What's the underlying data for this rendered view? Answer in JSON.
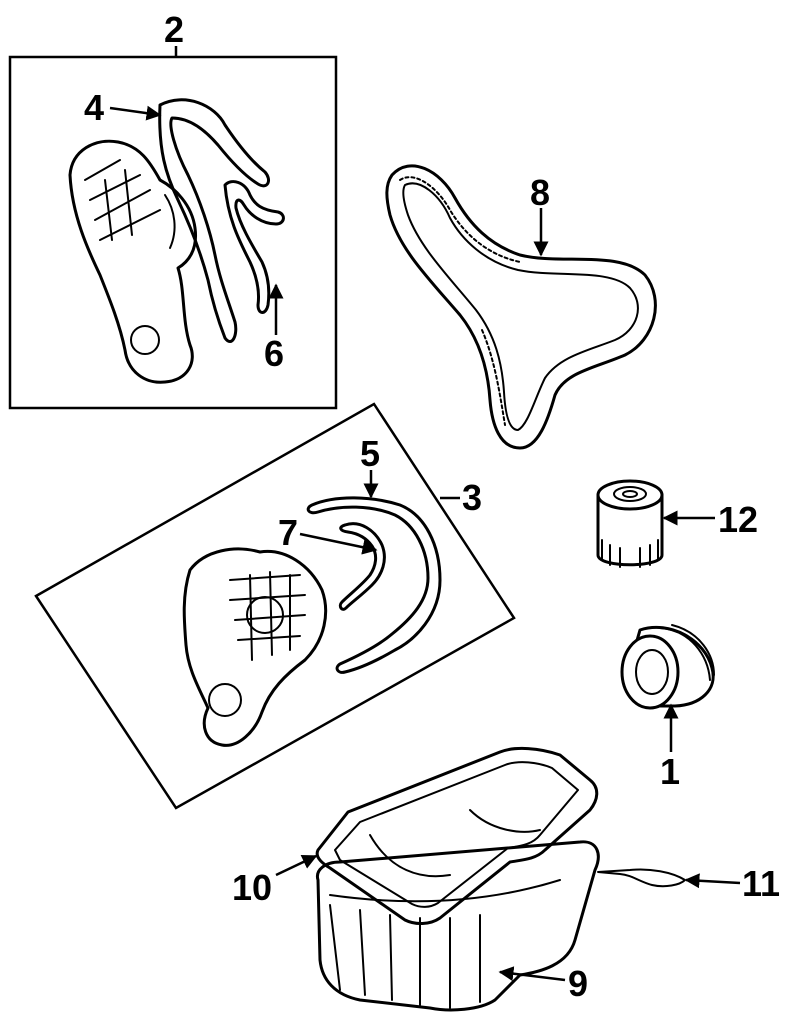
{
  "callouts": [
    {
      "id": "callout-1",
      "text": "1"
    },
    {
      "id": "callout-2",
      "text": "2"
    },
    {
      "id": "callout-3",
      "text": "3"
    },
    {
      "id": "callout-4",
      "text": "4"
    },
    {
      "id": "callout-5",
      "text": "5"
    },
    {
      "id": "callout-6",
      "text": "6"
    },
    {
      "id": "callout-7",
      "text": "7"
    },
    {
      "id": "callout-8",
      "text": "8"
    },
    {
      "id": "callout-9",
      "text": "9"
    },
    {
      "id": "callout-10",
      "text": "10"
    },
    {
      "id": "callout-11",
      "text": "11"
    },
    {
      "id": "callout-12",
      "text": "12"
    }
  ]
}
